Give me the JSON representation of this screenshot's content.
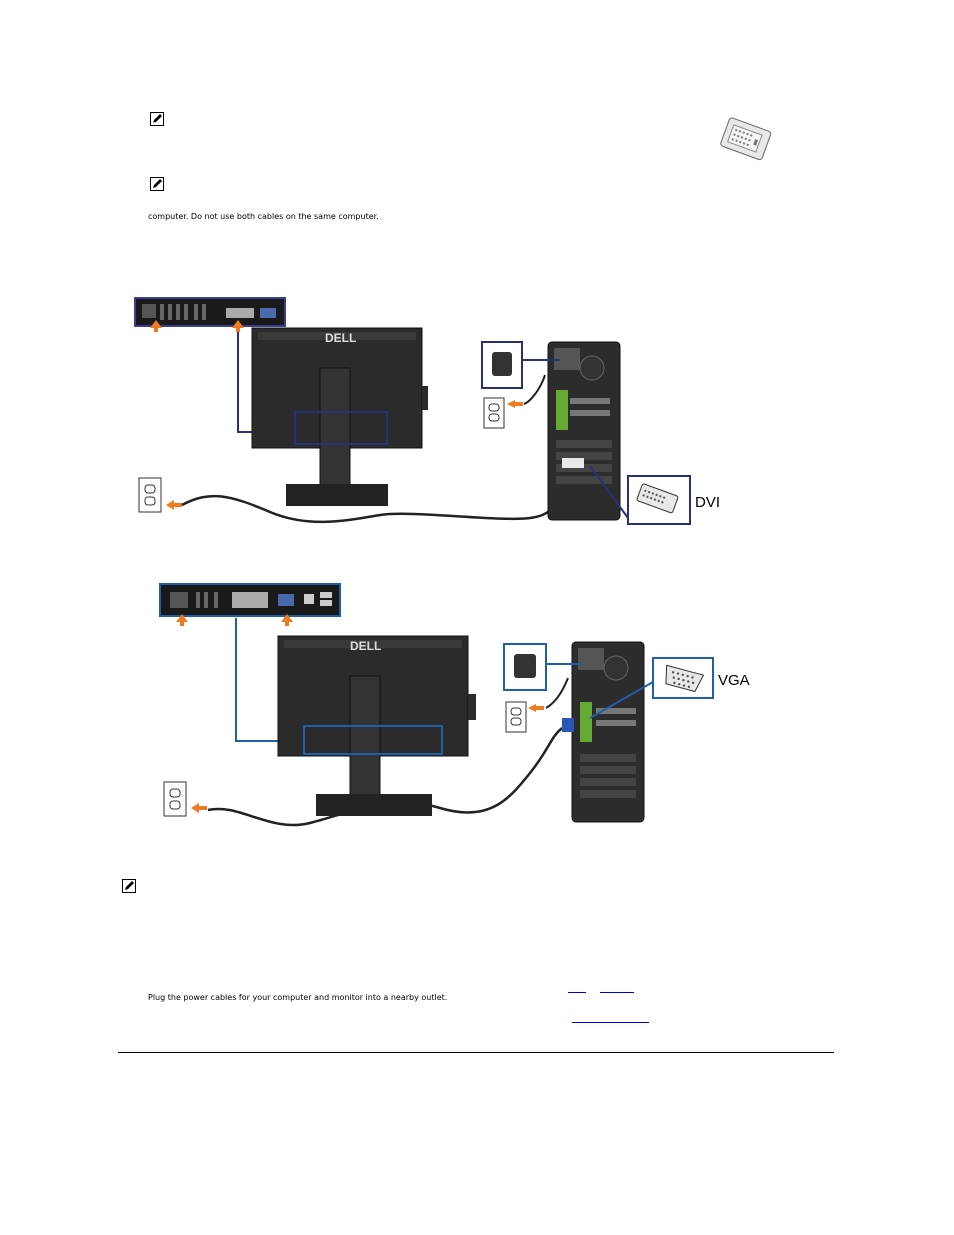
{
  "notes": {
    "note1_icon": "note-pencil-icon",
    "note2_icon": "note-pencil-icon",
    "note3_icon": "note-pencil-icon"
  },
  "paragraph_cables": "computer. Do not use both cables on the same computer.",
  "diagram_dvi": {
    "connector_label": "DVI",
    "brand": "DELL"
  },
  "diagram_vga": {
    "connector_label": "VGA",
    "brand": "DELL"
  },
  "step_power": "Plug the power cables for your computer and monitor into a nearby outlet.",
  "colors": {
    "dvi_frame": "#2a2f7a",
    "vga_frame": "#1f5fa8",
    "arrow": "#f07a20"
  }
}
